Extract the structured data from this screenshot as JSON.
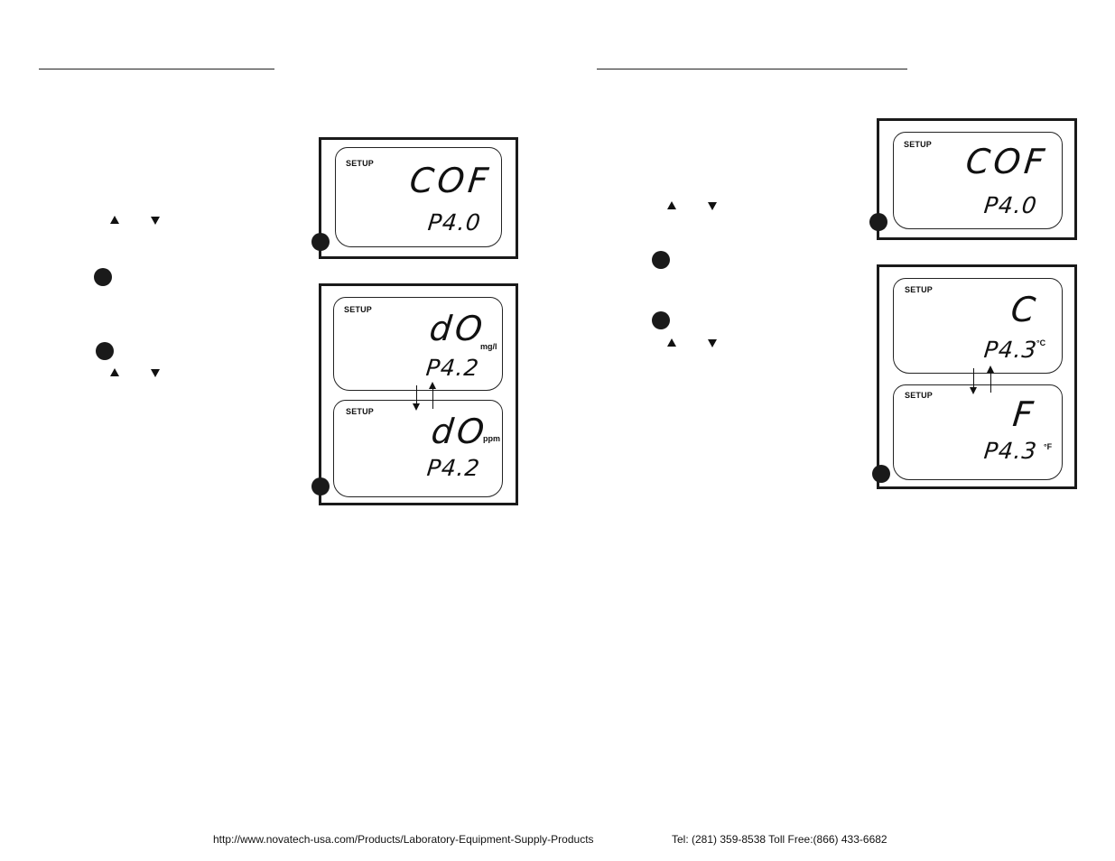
{
  "left_page": {
    "display1": {
      "setup": "SETUP",
      "main": "COF",
      "param": "P4.0"
    },
    "display2": {
      "top": {
        "setup": "SETUP",
        "main": "dO",
        "unit": "mg/l",
        "param": "P4.2"
      },
      "bottom": {
        "setup": "SETUP",
        "main": "dO",
        "unit": "ppm",
        "param": "P4.2"
      }
    }
  },
  "right_page": {
    "display1": {
      "setup": "SETUP",
      "main": "COF",
      "param": "P4.0"
    },
    "display2": {
      "top": {
        "setup": "SETUP",
        "main": "C",
        "unit": "°C",
        "param": "P4.3"
      },
      "bottom": {
        "setup": "SETUP",
        "main": "F",
        "unit": "°F",
        "param": "P4.3"
      }
    }
  },
  "footer": {
    "url": "http://www.novatech-usa.com/Products/Laboratory-Equipment-Supply-Products",
    "contact": "Tel: (281) 359-8538  Toll Free:(866) 433-6682"
  }
}
